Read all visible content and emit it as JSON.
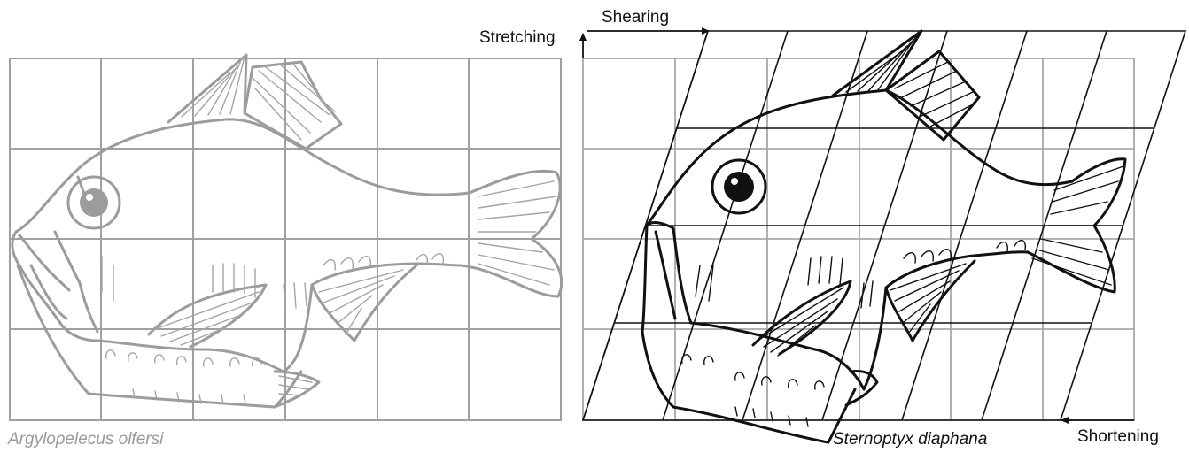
{
  "left_panel": {
    "species": "Argylopelecus olfersi"
  },
  "right_panel": {
    "species": "Sternoptyx diaphana"
  },
  "transform_labels": {
    "stretching": "Stretching",
    "shearing": "Shearing",
    "shortening": "Shortening"
  },
  "colors": {
    "original_grid": "#a0a0a0",
    "original_fish": "#9c9c9c",
    "transformed": "#111111"
  }
}
